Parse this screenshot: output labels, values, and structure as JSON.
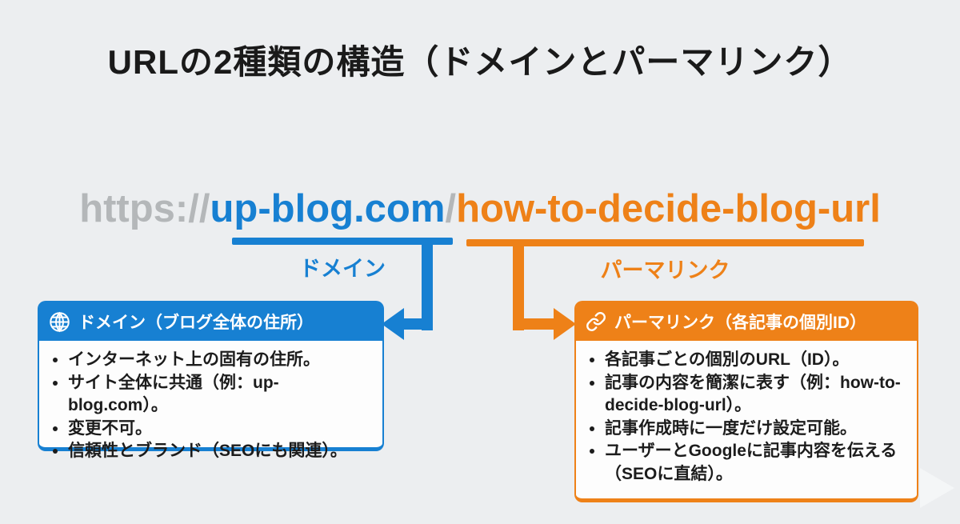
{
  "title": "URLの2種類の構造（ドメインとパーマリンク）",
  "url": {
    "protocol": "https://",
    "domain": "up-blog.com",
    "separator": "/",
    "permalink": "how-to-decide-blog-url"
  },
  "segment_labels": {
    "domain": "ドメイン",
    "permalink": "パーマリンク"
  },
  "domain_box": {
    "icon": "globe-icon",
    "header": "ドメイン（ブログ全体の住所）",
    "bullets": [
      "インターネット上の固有の住所。",
      "サイト全体に共通（例：up-blog.com）。",
      "変更不可。",
      "信頼性とブランド（SEOにも関連）。"
    ]
  },
  "permalink_box": {
    "icon": "link-icon",
    "header": "パーマリンク（各記事の個別ID）",
    "bullets": [
      "各記事ごとの個別のURL（ID）。",
      "記事の内容を簡潔に表す（例：how-to-decide-blog-url）。",
      "記事作成時に一度だけ設定可能。",
      "ユーザーとGoogleに記事内容を伝える（SEOに直結）。"
    ]
  },
  "colors": {
    "domain_blue": "#1780d2",
    "permalink_orange": "#ee8118",
    "protocol_gray": "#b4b7b9",
    "title_text": "#1a1a1a",
    "background": "#eceef0"
  }
}
